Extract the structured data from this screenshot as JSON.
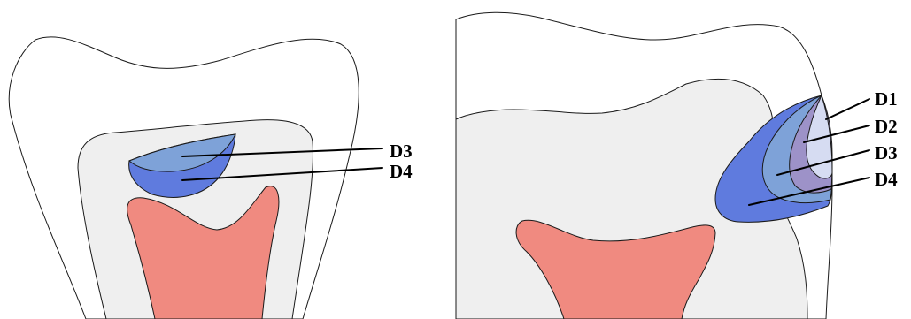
{
  "labels": {
    "left": {
      "d3": "D3",
      "d4": "D4"
    },
    "right": {
      "d1": "D1",
      "d2": "D2",
      "d3": "D3",
      "d4": "D4"
    }
  },
  "colors": {
    "enamel": "#ffffff",
    "dentin": "#efefef",
    "pulp": "#f08a80",
    "lesion_d1": "#d6dcf2",
    "lesion_d2": "#9d92c8",
    "lesion_d3": "#7ea2d8",
    "lesion_d4": "#5f7bde",
    "outline": "#1a1a1a",
    "leader_line": "#000000"
  }
}
